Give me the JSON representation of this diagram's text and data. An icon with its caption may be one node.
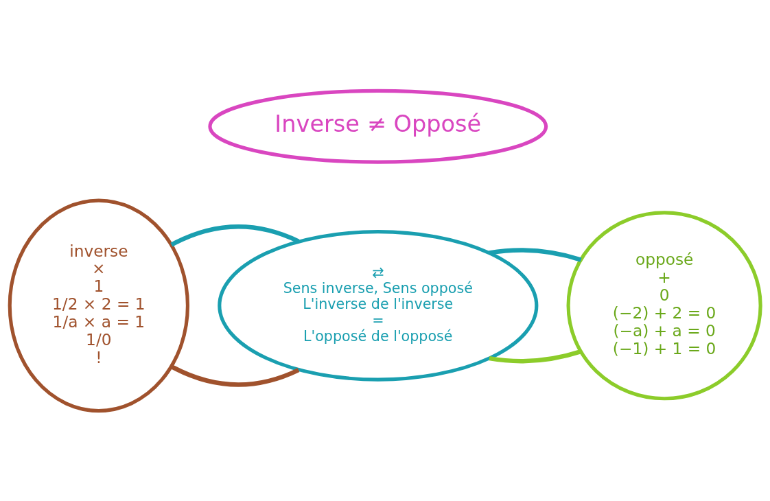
{
  "diagram": {
    "nodes": [
      {
        "text": [
          "Inverse ≠ Opposé"
        ]
      },
      {
        "text": [
          "inverse",
          "×",
          "1",
          "1/2 × 2 = 1",
          "1/a × a = 1",
          "1/0",
          "!"
        ]
      },
      {
        "text": [
          "⇄",
          "Sens inverse, Sens opposé",
          "L'inverse de l'inverse",
          "=",
          "L'opposé de l'opposé"
        ]
      },
      {
        "text": [
          "opposé",
          "+",
          "0",
          "(−2) + 2 = 0",
          "(−a) + a = 0",
          "(−1) + 1 = 0"
        ]
      }
    ],
    "edges": [
      {
        "from": 1,
        "to": 2,
        "arrow": "none",
        "color": "#a0522d"
      },
      {
        "from": 1,
        "to": 2,
        "arrow": "none"
      },
      {
        "from": 2,
        "to": 3,
        "arrow": "none",
        "color": "#8ccc2a"
      },
      {
        "from": 2,
        "to": 3,
        "arrow": "none"
      }
    ]
  }
}
